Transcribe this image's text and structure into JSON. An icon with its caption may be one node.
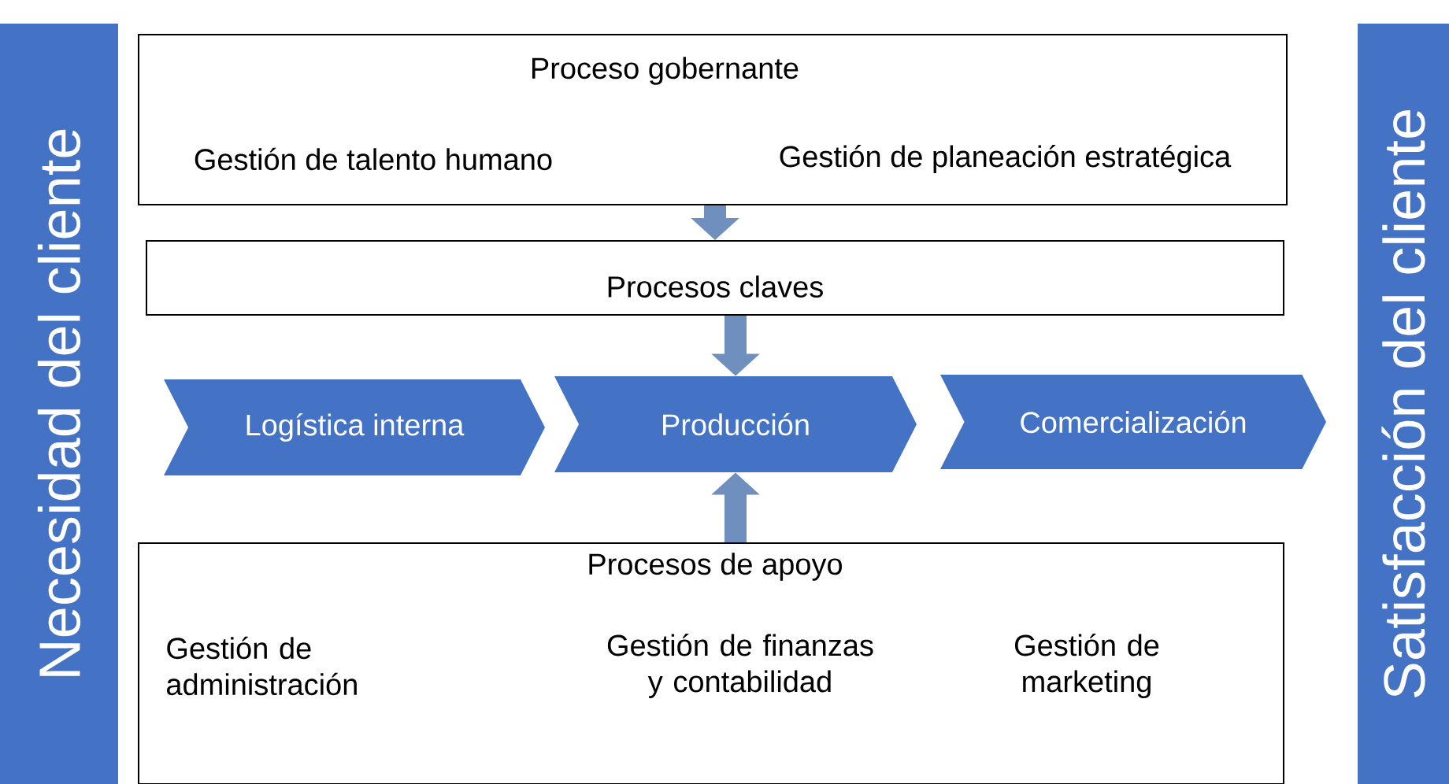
{
  "diagram": {
    "nodes": [
      {
        "text": [
          "Necesidad del cliente"
        ]
      },
      {
        "text": [
          "Proceso gobernante",
          "Gestión de talento humano",
          "Gestión de planeación estratégica"
        ]
      },
      {
        "text": [
          "Procesos claves"
        ]
      },
      {
        "text": [
          "Logística interna"
        ]
      },
      {
        "text": [
          "Producción"
        ]
      },
      {
        "text": [
          "Comercialización"
        ]
      },
      {
        "text": [
          "Procesos de apoyo",
          "Gestión de administración",
          "Gestión de finanzas y contabilidad",
          "Gestión de marketing"
        ]
      },
      {
        "text": [
          "Satisfacción del cliente"
        ]
      }
    ],
    "edges": [
      {
        "from": 1,
        "to": 2,
        "arrow": "to"
      },
      {
        "from": 2,
        "to": 4,
        "arrow": "to"
      },
      {
        "from": 6,
        "to": 4,
        "arrow": "to"
      }
    ]
  }
}
